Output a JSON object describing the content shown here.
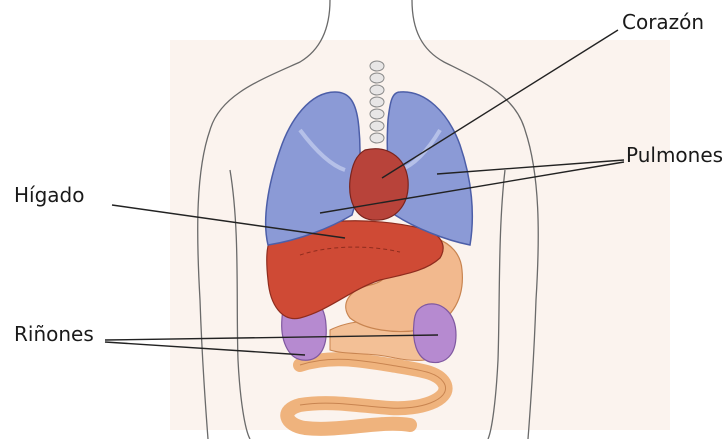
{
  "labels": {
    "heart": "Corazón",
    "lungs": "Pulmones",
    "liver": "Hígado",
    "kidneys": "Riñones"
  },
  "colors": {
    "lung": "#8b9ad6",
    "lung_dark": "#5c6fc0",
    "heart": "#b8433a",
    "liver": "#cf4a35",
    "stomach": "#f2b98e",
    "intestine": "#efb37d",
    "kidney": "#b68ad0",
    "body_outline": "#6a6a6a",
    "leader_line": "#222222"
  }
}
